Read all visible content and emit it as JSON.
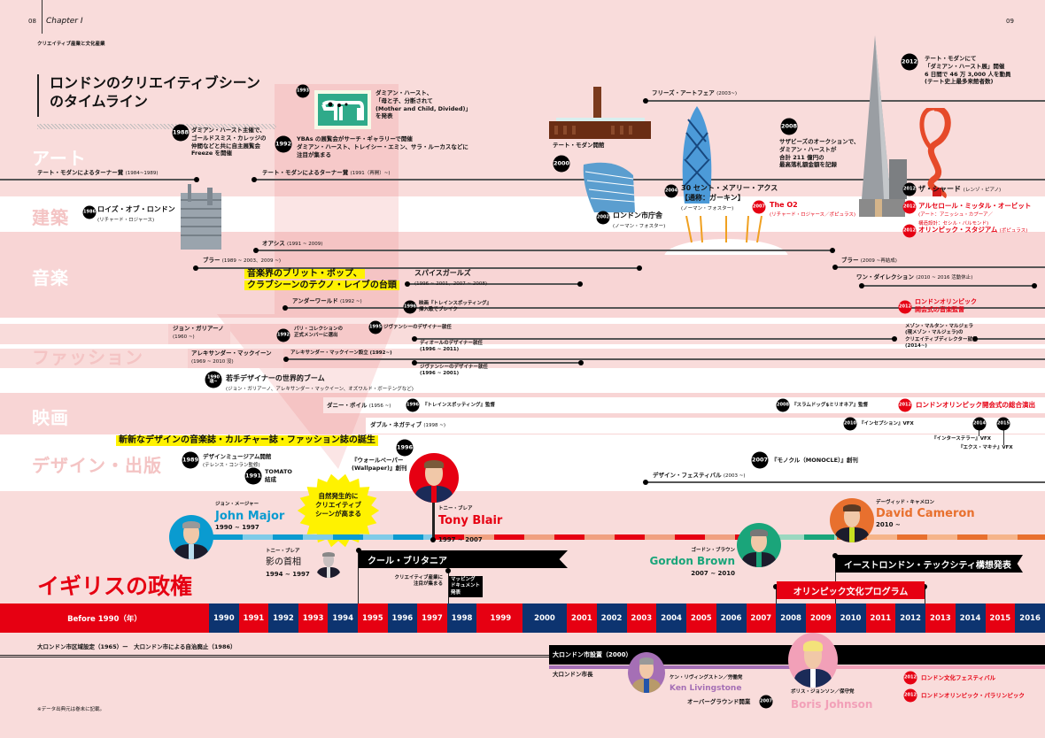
{
  "header": {
    "page_left": "08",
    "chapter": "Chapter I",
    "section": "クリエイティブ産業と文化産業",
    "page_right": "09"
  },
  "title": "ロンドンのクリエイティブシーン\nのタイムライン",
  "categories": {
    "art": "アート",
    "architecture": "建築",
    "music": "音楽",
    "fashion": "ファッション",
    "film": "映画",
    "design": "デザイン・出版"
  },
  "art": {
    "turner1": "テート・モダンによるターナー賞",
    "turner1_p": "(1984~1989)",
    "turner2": "テート・モダンによるターナー賞",
    "turner2_p": "(1991（再開）~)",
    "e1988_y": "1988",
    "e1988": "ダミアン・ハースト主催で、\nゴールドスミス・カレッジの\n仲間などと共に自主展覧会\nFreeze を開催",
    "e1993_y": "1993",
    "e1993": "ダミアン・ハースト、\n「母と子、分断されて\n(Mother and Child, Divided)」\nを発表",
    "e1992_y": "1992",
    "e1992": "YBAs の展覧会がサーチ・ギャラリーで開催\nダミアン・ハースト、トレイシー・エミン、サラ・ルーカスなどに\n注目が集まる",
    "frieze": "フリーズ・アートフェア",
    "frieze_p": "(2003~)",
    "tate": "テート・モダン開館",
    "tate_y": "2000",
    "e2008_y": "2008",
    "e2008": "サザビーズのオークションで、\nダミアン・ハーストが\n合計 211 億円の\n最高落札額金額を記録",
    "e2012_y": "2012",
    "e2012": "テート・モダンにて\n「ダミアン・ハースト展」開催\n6 日間で 46 万 3,000 人を動員\n(テート史上最多来館者数)"
  },
  "architecture": {
    "lloyds_y": "1986",
    "lloyds": "ロイズ・オブ・ロンドン",
    "lloyds_a": "(リチャード・ロジャース)",
    "cityhall_y": "2002",
    "cityhall": "ロンドン市庁舎",
    "cityhall_a": "(ノーマン・フォスター)",
    "gherkin_y": "2004",
    "gherkin": "30 セント・メアリー・アクス\n【通称：ガーキン】",
    "gherkin_a": "(ノーマン・フォスター)",
    "o2_y": "2007",
    "o2": "The O2",
    "o2_a": "(リチャード・ロジャース／ポピュラス)",
    "shard_y": "2012",
    "shard": "ザ・シャード",
    "shard_a": "(レンゾ・ピアノ)",
    "orbit_y": "2012",
    "orbit": "アルセロール・ミッタル・オービット",
    "orbit_a": "(アート：アニッシュ・カプーア／\n構造設計：セシル・バルモンド)",
    "stadium_y": "2012",
    "stadium": "オリンピック・スタジアム",
    "stadium_a": "(ポピュラス)"
  },
  "music": {
    "oasis": "オアシス",
    "oasis_p": "(1991 ~ 2009)",
    "blur": "ブラー",
    "blur_p": "(1989 ~ 2003、2009 ~)",
    "blur2": "ブラー",
    "blur2_p": "(2009 ~再結成)",
    "onedir": "ワン・ダイレクション",
    "onedir_p": "(2010 ~ 2016 活動休止)",
    "highlight": "音楽界のブリット・ポップ、\nクラブシーンのテクノ・レイブの台頭",
    "spice": "スパイスガールズ",
    "spice_p": "(1996 ~ 2001、2007 ~ 2008)",
    "underworld": "アンダーワールド",
    "underworld_p": "(1992 ~)",
    "e1996_y": "1996",
    "e1996": "映画『トレインスポッティング』\n挿入歌でブレイク",
    "e2012_y": "2012",
    "e2012": "ロンドンオリンピック\n開会式の音楽監督"
  },
  "fashion": {
    "galliano": "ジョン・ガリアーノ",
    "galliano_p": "(1960 ~)",
    "e1992_y": "1992",
    "e1992": "パリ・コレクションの\n正式メンバーに選出",
    "e1995_y": "1995",
    "e1995": "ジヴァンシーのデザイナー就任",
    "dior": "ディオールのデザイナー就任\n(1996 ~ 2011)",
    "margiela": "メゾン・マルタン・マルジェラ\n(現メゾン・マルジェラ)の\nクリエイティブディレクター就任\n(2014~)",
    "mcqueen": "アレキサンダー・マックイーン",
    "mcqueen_p": "(1969 ~ 2010 没)",
    "mcqueen_est": "アレキサンダー・マックイーン設立 (1992~)",
    "givenchy2": "ジヴァンシーのデザイナー就任\n(1996 ~ 2001)",
    "boom_y": "1990\n頃~",
    "boom": "若手デザイナーの世界的ブーム",
    "boom_p": "(ジョン・ガリアーノ、アレキサンダー・マックイーン、オズワルド・ボーテングなど)"
  },
  "film": {
    "boyle": "ダニー・ボイル",
    "boyle_p": "(1956 ~)",
    "e1996_y": "1996",
    "e1996": "『トレインスポッティング』監督",
    "e2008_y": "2008",
    "e2008": "『スラムドッグ$ミリオネア』監督",
    "e2012_y": "2012",
    "e2012": "ロンドンオリンピック開会式の総合演出",
    "dneg": "ダブル・ネガティブ",
    "dneg_p": "(1998 ~)",
    "e2010_y": "2010",
    "e2010": "『インセプション』VFX",
    "e2014_y": "2014",
    "e2014": "『インターステラー』VFX",
    "e2015_y": "2015",
    "e2015": "『エクス・マキナ』VFX"
  },
  "design": {
    "highlight": "斬新なデザインの音楽誌・カルチャー誌・ファッション誌の誕生",
    "e1989_y": "1989",
    "e1989": "デザインミュージアム開館",
    "e1989_a": "(テレンス・コンラン監修)",
    "e1991_y": "1991",
    "e1991": "TOMATO\n結成",
    "e1996_y": "1996",
    "e1996": "『ウォールペーパー\n(Wallpaper)』創刊",
    "e2007_y": "2007",
    "e2007": "『モノクル（MONOCLE）』創刊",
    "festival": "デザイン・フェスティバル",
    "festival_p": "(2003 ~)"
  },
  "burst": "自然発生的に\nクリエイティブ\nシーンが高まる",
  "politics": {
    "title": "イギリスの政権",
    "major_jp": "ジョン・メージャー",
    "major": "John Major",
    "major_p": "1990 ~ 1997",
    "blair_jp": "トニー・ブレア",
    "blair": "Tony Blair",
    "blair_p": "1997 ~ 2007",
    "shadow_jp": "トニー・ブレア",
    "shadow": "影の首相",
    "shadow_p": "1994 ~ 1997",
    "brown_jp": "ゴードン・ブラウン",
    "brown": "Gordon Brown",
    "brown_p": "2007 ~ 2010",
    "cameron_jp": "デーヴィッド・キャメロン",
    "cameron": "David Cameron",
    "cameron_p": "2010 ~",
    "cool": "クール・ブリタニア",
    "creative_note": "クリエイティブ産業に\n注目が集まる",
    "mapping": "マッピング\nドキュメント\n発表",
    "techcity": "イーストロンドン・テックシティ構想発表",
    "olympic": "オリンピック文化プログラム",
    "colors": {
      "major": "#0a9bd0",
      "blair": "#e60012",
      "brown": "#1aa57a",
      "cameron": "#e8702e"
    }
  },
  "years": {
    "before": "Before 1990（年）",
    "list": [
      "1990",
      "1991",
      "1992",
      "1993",
      "1994",
      "1995",
      "1996",
      "1997",
      "1998",
      "1999",
      "2000",
      "2001",
      "2002",
      "2003",
      "2004",
      "2005",
      "2006",
      "2007",
      "2008",
      "2009",
      "2010",
      "2011",
      "2012",
      "2013",
      "2014",
      "2015",
      "2016"
    ]
  },
  "london": {
    "glc": "大ロンドン市区域設定（1965）ー　大ロンドン市による自治廃止（1986）",
    "gla": "大ロンドン市設置（2000）",
    "mayor": "大ロンドン市長",
    "ken_jp": "ケン・リヴィングストン／労働党",
    "ken": "Ken Livingstone",
    "overground": "オーバーグラウンド開業",
    "overground_y": "2007",
    "boris_jp": "ボリス・ジョンソン／保守党",
    "boris": "Boris Johnson",
    "fest_y": "2012",
    "fest": "ロンドン文化フェスティバル",
    "oly_y": "2012",
    "oly": "ロンドンオリンピック・パラリンピック"
  },
  "footnote": "※データ出典元は巻末に記載。"
}
